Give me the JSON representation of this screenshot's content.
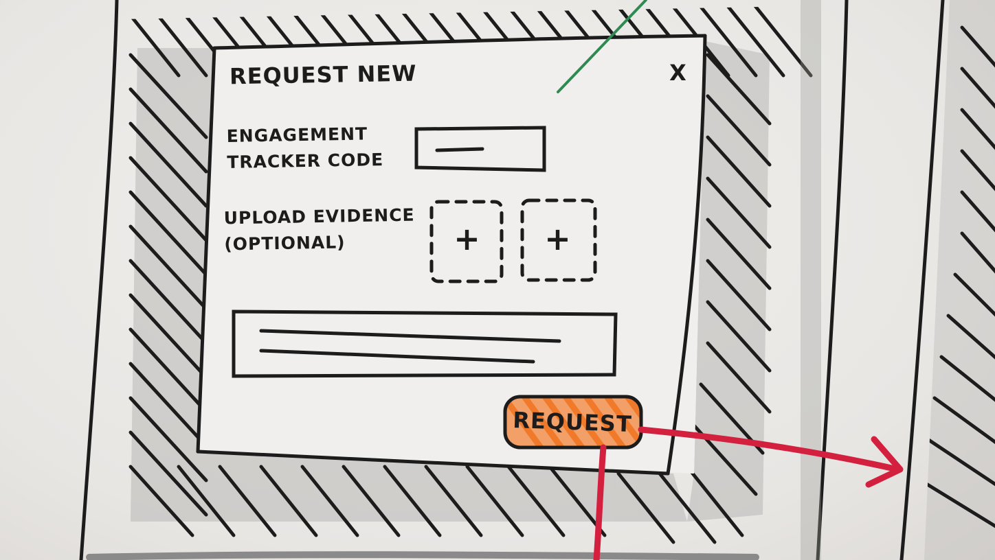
{
  "dialog": {
    "title": "REQUEST NEW",
    "close_label": "x",
    "engagement_label_line1": "ENGAGEMENT",
    "engagement_label_line2": "TRACKER CODE",
    "upload_label_line1": "UPLOAD EVIDENCE",
    "upload_label_line2": "(OPTIONAL)",
    "upload_slot_1": "+",
    "upload_slot_2": "+",
    "submit_label": "REQUEST"
  },
  "colors": {
    "ink": "#1c1c1c",
    "shadow_hatch": "#9c9c9c",
    "button_fill": "#f07a2a",
    "flow_arrow": "#d4203f",
    "connector": "#2f8a52"
  }
}
